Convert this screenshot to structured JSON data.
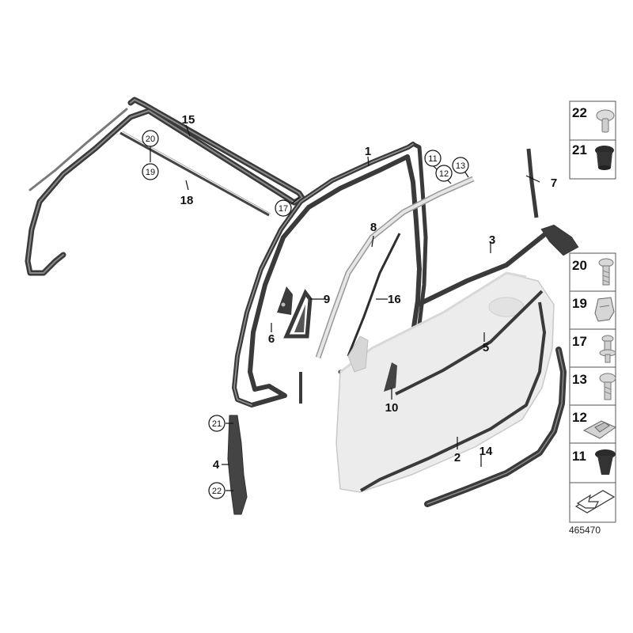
{
  "diagram_id": "465470",
  "callouts": {
    "c1": "1",
    "c2": "2",
    "c3": "3",
    "c4": "4",
    "c5": "5",
    "c6": "6",
    "c7": "7",
    "c8": "8",
    "c9": "9",
    "c10": "10",
    "c14": "14",
    "c15": "15",
    "c16": "16",
    "c18": "18"
  },
  "circled": {
    "k20": "20",
    "k19": "19",
    "k17": "17",
    "k11": "11",
    "k12": "12",
    "k13": "13",
    "k21": "21",
    "k22": "22"
  },
  "parts_panel": {
    "p22": "22",
    "p21": "21",
    "p20": "20",
    "p19": "19",
    "p17": "17",
    "p13": "13",
    "p12": "12",
    "p11": "11"
  },
  "colors": {
    "seal": "#3a3a3a",
    "door_fill": "#ececec",
    "panel_border": "#555555"
  }
}
